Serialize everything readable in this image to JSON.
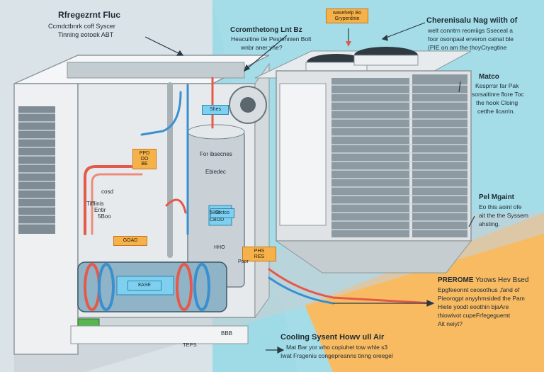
{
  "labels": {
    "top_left_title": "Rfregezrnt Fluc",
    "top_left_line1": "Ccmdctbnrk coff Syscer",
    "top_left_line2": "Tinning eotoek ABT",
    "top_center_title": "Ccromthetong Lnt Bz",
    "top_center_line1": "Heacuitine tle Pestennien Bolt",
    "top_center_line2": "wnbr aner yhe?",
    "top_right_title": "Cherenisalu Nag wiith of",
    "top_right_line1": "welt conntrn reomiigs Sseceal a",
    "top_right_line2": "foor osonpaal erveron cainal ble",
    "top_right_line3": "(PIE on am the thoyCryegtine",
    "right_mid_title": "Matco",
    "right_mid_line1": "Kesprrsr far Pak",
    "right_mid_line2": "sorsaitinre flore Toc",
    "right_mid_line3": "the hook Cloing",
    "right_mid_line4": "cetthe licarrin.",
    "right_low_title": "Pel Mgaint",
    "right_low_line1": "Eo this aoinl ofe",
    "right_low_line2": "ait the the Syssem",
    "right_low_line3": "ahsting.",
    "bottom_right_title": "PREROME",
    "bottom_right_title_rest": "Yoows Hev Bsed",
    "bottom_right_line1": "Epgfeeonnt ceosothus ,fand of",
    "bottom_right_line2": "Pieorogpt anyyhmsided the Pam",
    "bottom_right_line3": "Hiete yoodt eoothin bjaAre",
    "bottom_right_line4": "thiowivot cupeFrfegeguemt",
    "bottom_right_line5": "Ait neiyt?",
    "bottom_center_title": "Cooling Sysent Howv ull Air",
    "bottom_center_line1": "Mat Bar yor who copiuhet tow whle s3",
    "bottom_center_line2": "Iwat Frsgeniu congepreanns tinng oreegel",
    "small_tag_top": "wasehelp Bo",
    "small_tag_top2": "Gryperdnte",
    "small_tag_left": "PPD",
    "small_tag_left2": "OO",
    "small_tag_left3": "BE",
    "unit_label_a": "cosd",
    "unit_label_b": "Tifflinis",
    "unit_label_c": "Entir",
    "unit_label_d": "5Boo",
    "unit_label_e": "GOAD",
    "unit_label_f": "For ibsecnes",
    "unit_label_g": "Ebiedec",
    "unit_label_h": "5800",
    "unit_label_i": "CBOD",
    "unit_label_j": "HHO",
    "unit_label_k": "Poor",
    "unit_label_l": "PHS",
    "unit_label_m": "RES",
    "unit_label_n": "BBB",
    "unit_label_o": "TEPS",
    "blue_tag_1": "Shes",
    "blue_tag_2": "Srctco",
    "blue_tag_3": "8ASE"
  },
  "colors": {
    "background": "#9fdbe6",
    "unit_body": "#eef0f1",
    "condenser": "#dfe3e6",
    "orange_band": "#f8bb62",
    "accent_orange": "#f6b24a",
    "pipe_red": "#e45a4a",
    "pipe_blue": "#3a8fcf"
  }
}
